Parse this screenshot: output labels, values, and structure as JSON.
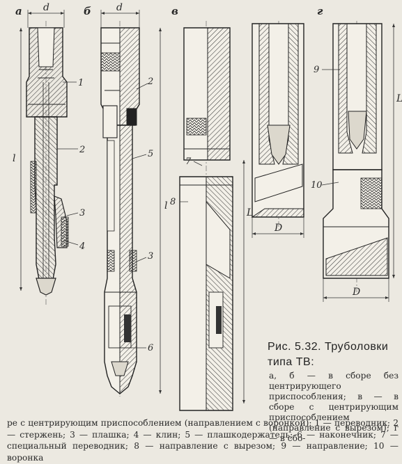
{
  "figure": {
    "panel_labels": [
      "а",
      "б",
      "в",
      "г"
    ],
    "dimension_labels": {
      "d_a": "d",
      "d_b": "d",
      "l_a": "l",
      "l_b": "l",
      "L_v": "L",
      "L_g": "L",
      "D_v": "D",
      "D_g": "D"
    },
    "part_numbers": {
      "a": [
        "1",
        "2",
        "3",
        "4"
      ],
      "b": [
        "2",
        "5",
        "3",
        "6"
      ],
      "v": [
        "7",
        "8"
      ],
      "g": [
        "9",
        "10"
      ]
    }
  },
  "caption": {
    "title": "Рис.   5.32.   Труболовки типа ТВ:",
    "sub": "а, б — в сборе без центрирующего приспособления; в — в сборе с центрирующим приспособлением (направление с вырезом); г — в сбо-",
    "rest": "ре с центрирующим приспособлением (направлением с воронкой); 1 — переводник; 2 — стержень; 3 — плашка; 4 — клин; 5 — плашкодержатель; 6 — наконечник; 7 — специальный переводник; 8 — направление с вырезом; 9 — направление; 10 — воронка"
  }
}
